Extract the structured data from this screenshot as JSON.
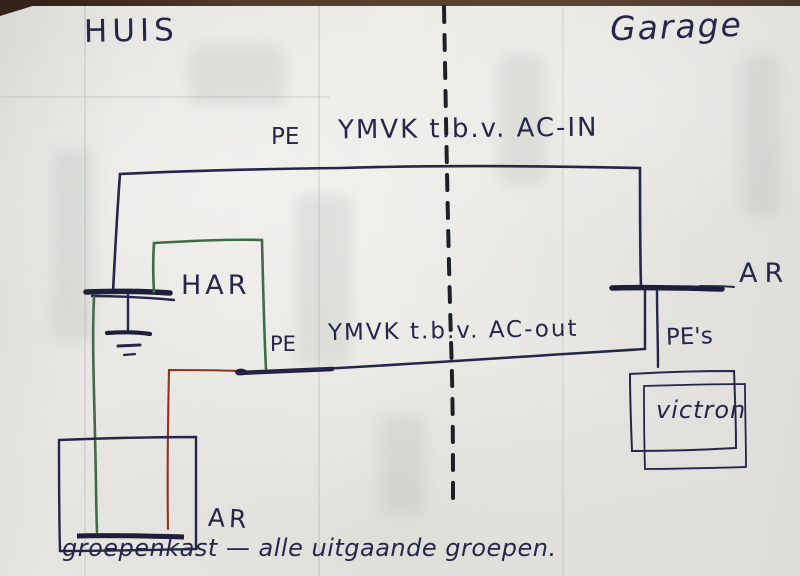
{
  "regions": {
    "house": "HUIS",
    "garage": "Garage"
  },
  "labels": {
    "ac_in_pe": "PE",
    "ac_in_cable": "YMVK t.b.v. AC-IN",
    "ac_out_pe": "PE",
    "ac_out_cable": "YMVK t.b.v. AC-out",
    "har_busbar": "HAR",
    "garage_busbar": "AR",
    "garage_pe": "PE's",
    "victron": "victron",
    "house_panel_busbar": "AR",
    "caption": "groepenkast — alle uitgaande groepen."
  },
  "colors": {
    "ink": "#26264a",
    "green_wire": "#3f6b45",
    "red_wire": "#8f3220",
    "paper": "#e9e8e4",
    "table_edge": "#4a3526"
  }
}
